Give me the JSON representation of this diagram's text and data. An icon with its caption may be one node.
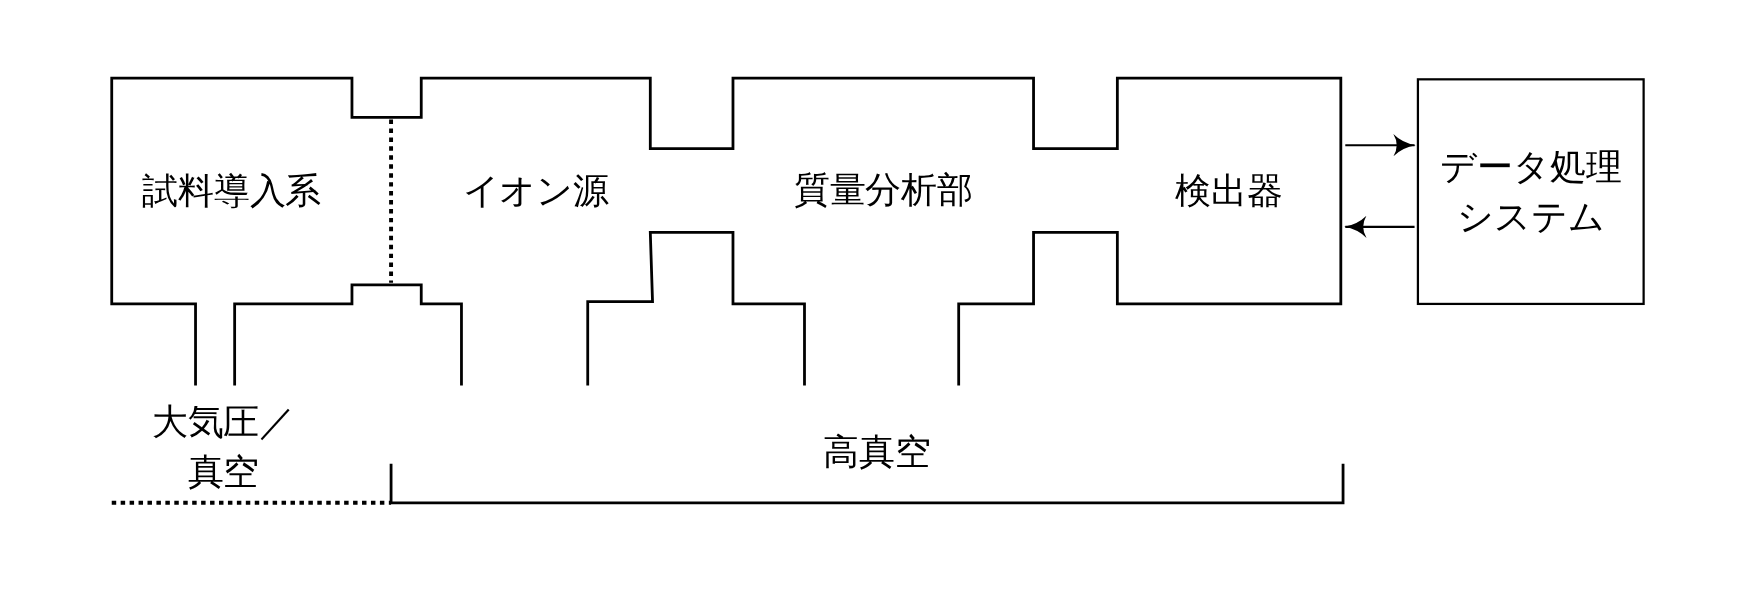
{
  "diagram": {
    "nodes": [
      {
        "text": [
          "試料導入系"
        ]
      },
      {
        "text": [
          "イオン源"
        ]
      },
      {
        "text": [
          "質量分析部"
        ]
      },
      {
        "text": [
          "検出器"
        ]
      },
      {
        "text": [
          "データ処理システム"
        ]
      }
    ],
    "edges": [
      {
        "from": 3,
        "to": 4,
        "arrow": "to"
      },
      {
        "from": 4,
        "to": 3,
        "arrow": "to"
      }
    ],
    "labels": [
      "大気圧／真空",
      "高真空"
    ]
  }
}
